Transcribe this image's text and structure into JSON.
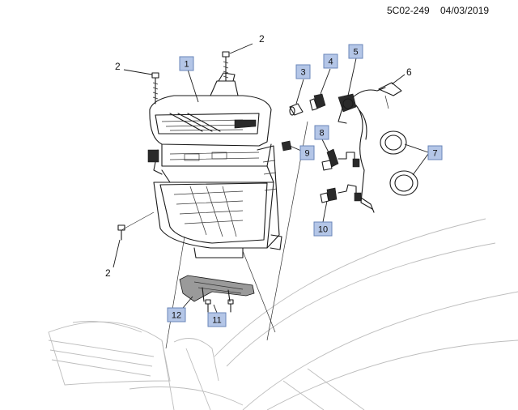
{
  "header": {
    "figure_id": "5C02-249",
    "date": "04/03/2019"
  },
  "callouts": {
    "c1": "1",
    "c3": "3",
    "c4": "4",
    "c5": "5",
    "c7": "7",
    "c8": "8",
    "c9": "9",
    "c10": "10",
    "c11": "11",
    "c12": "12"
  },
  "plain_refs": {
    "r2_top": "2",
    "r2_left": "2",
    "r2_low": "2",
    "r6": "6"
  },
  "colors": {
    "callout_fill": "#b4c6e7",
    "callout_border": "#6a86b8",
    "line": "#1a1a1a",
    "ghost_line": "#bdbdbd"
  }
}
